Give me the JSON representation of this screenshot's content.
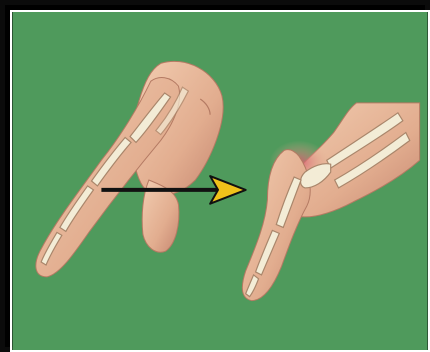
{
  "illustration": {
    "subject": "finger-bone-deformity",
    "icons": [
      "hand-finger-illustration",
      "bent-finger-closeup-illustration",
      "arrow-icon"
    ],
    "colors": {
      "background": "#4f9a5c",
      "frame": "#0b0b0b",
      "skin": "#e8b99a",
      "skin_shadow": "#c58670",
      "bone": "#f3ecd6",
      "bone_outline": "#a9866b",
      "inflammation": "#c8465e",
      "arrow_line": "#111111",
      "arrow_head": "#f0c21a"
    }
  }
}
